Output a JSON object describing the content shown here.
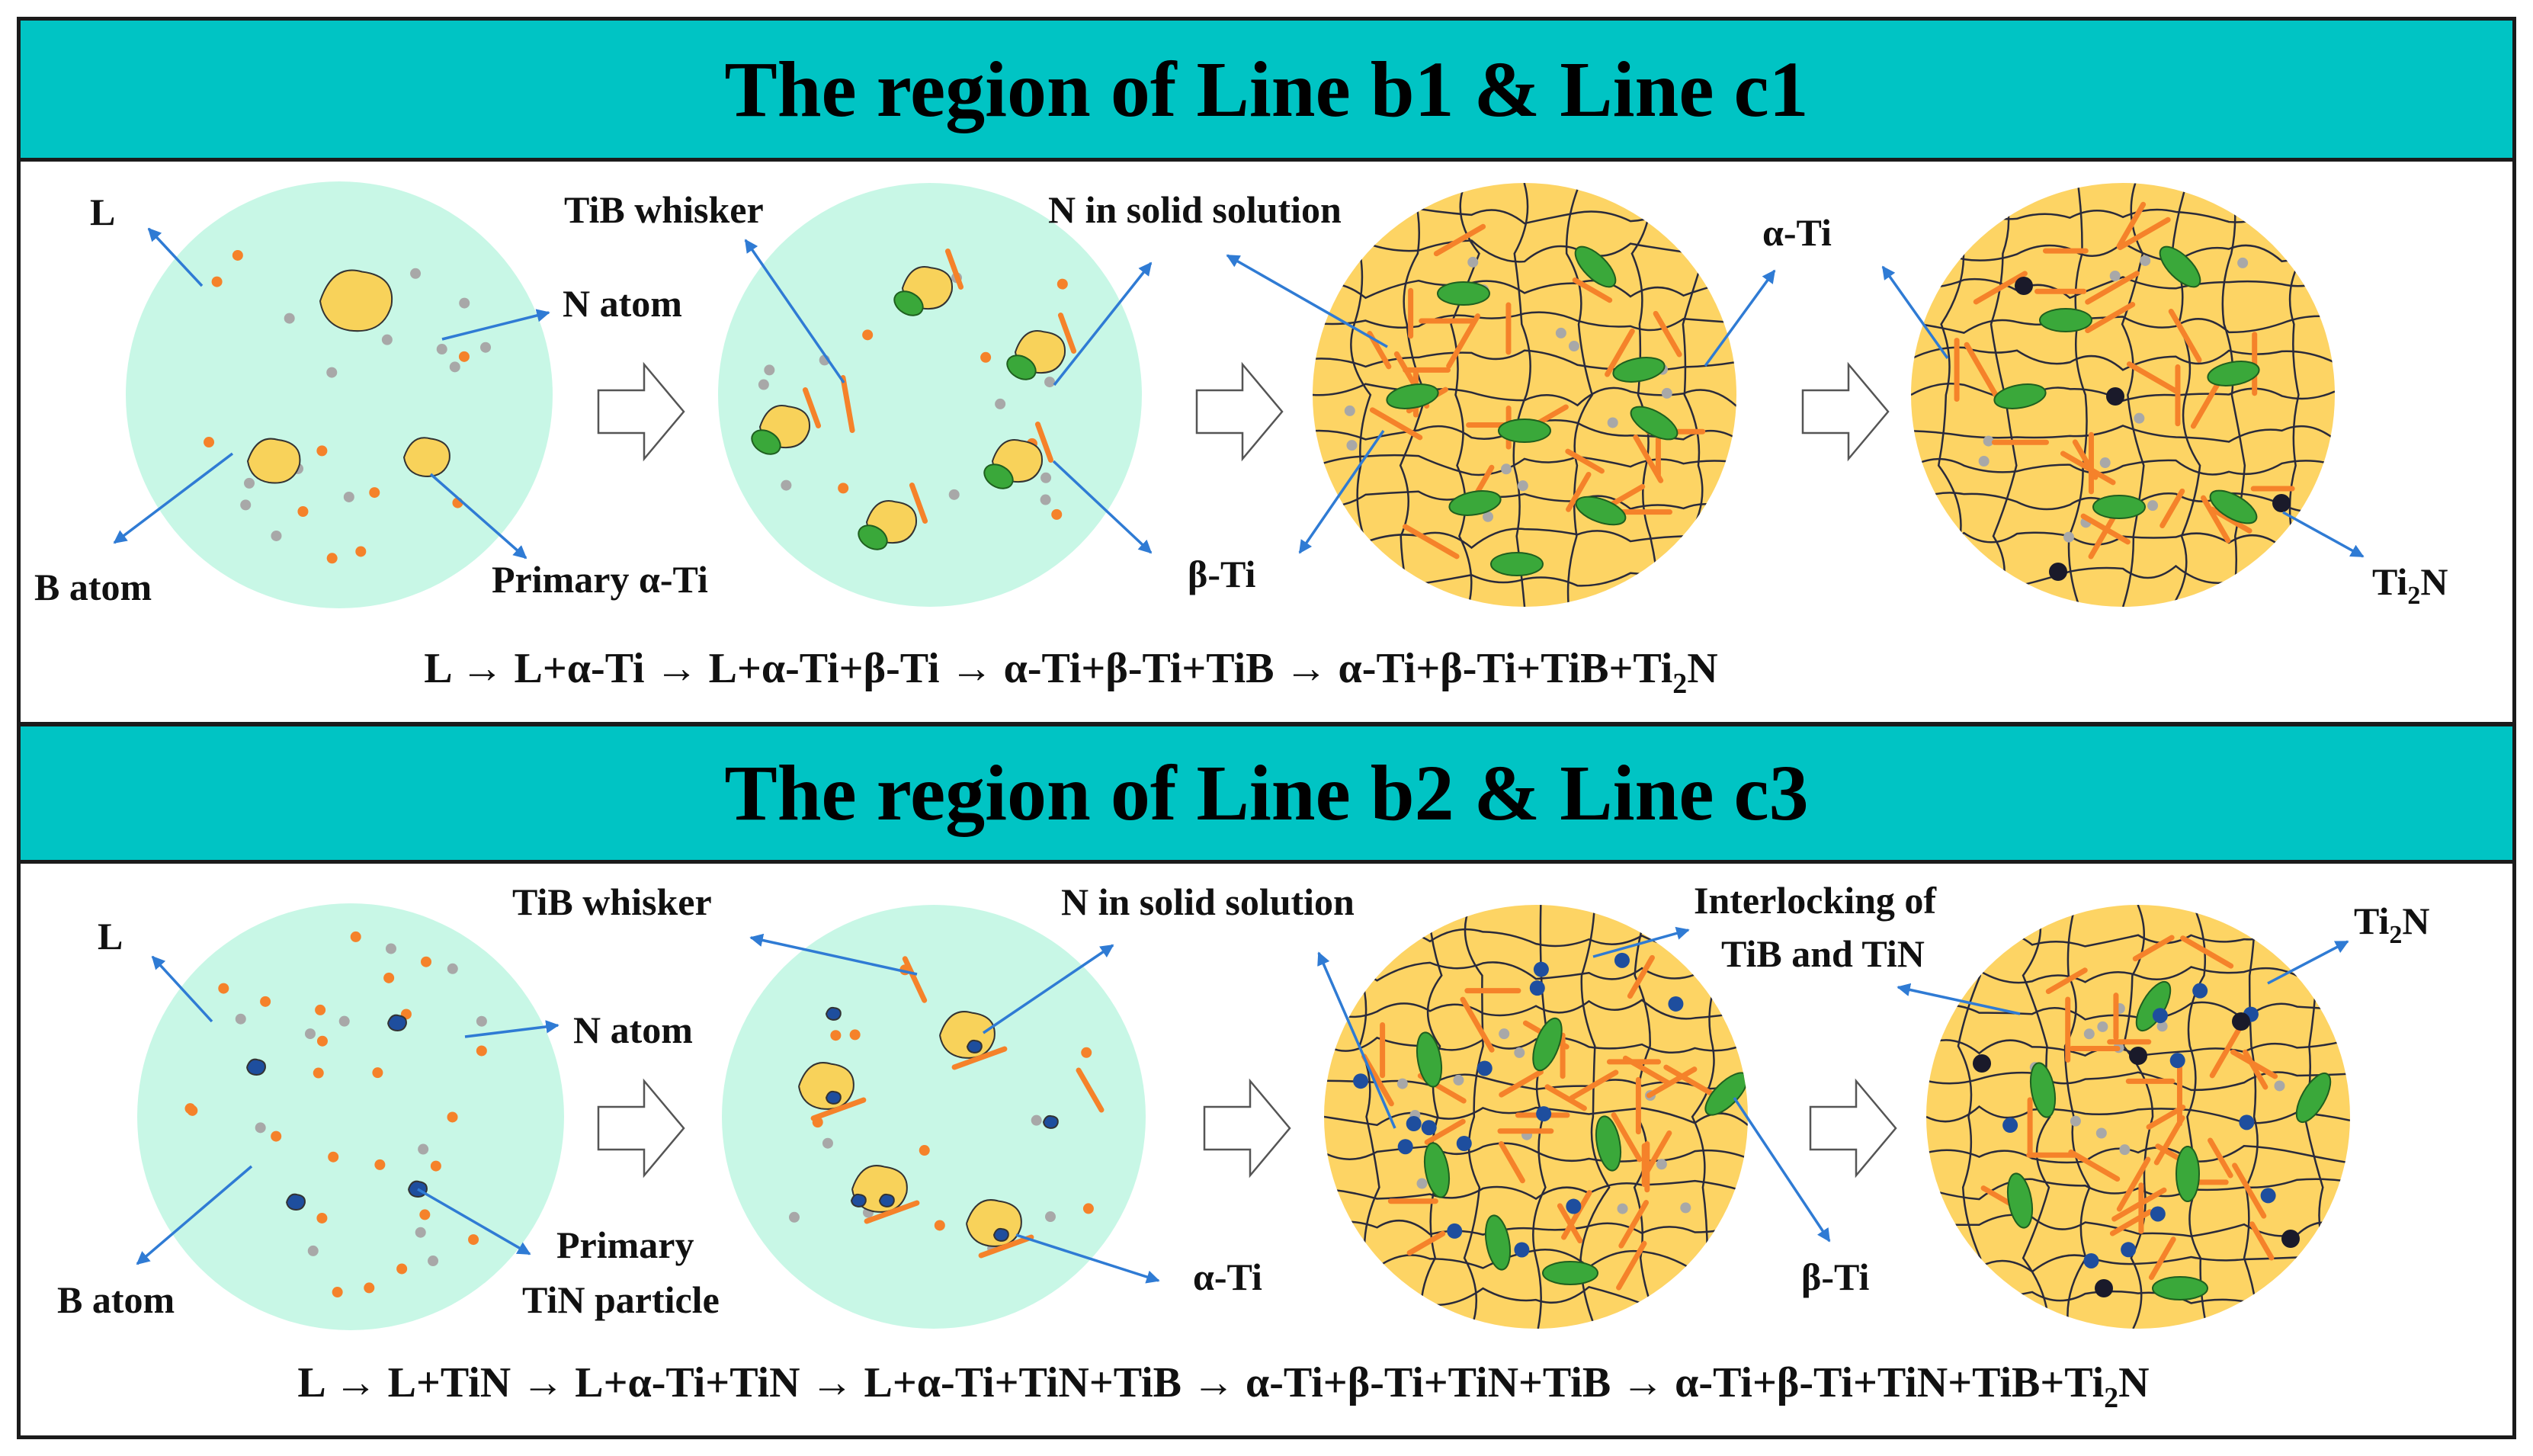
{
  "colors": {
    "header_bg": "#00c4c4",
    "liquid_circle": "#c8f7e6",
    "solid_circle": "#fdd464",
    "alpha_ti_green": "#3aa83a",
    "primary_alpha_yellow": "#f8d25a",
    "tib_orange": "#f5822a",
    "b_atom_orange": "#f5822a",
    "n_atom_gray": "#a8a8a8",
    "tin_blue": "#1e4e9e",
    "ti2n_black": "#1a1a2a",
    "arrow_blue": "#2f7bd4"
  },
  "icons": {
    "pointer_arrow": "arrow-pointer-icon",
    "process_arrow": "hollow-right-arrow-icon"
  },
  "panel_top": {
    "title": "The region of Line b1 & Line c1",
    "labels": {
      "L": "L",
      "tib_whisker": "TiB whisker",
      "n_in_solid_solution": "N in solid solution",
      "alpha_ti": "α-Ti",
      "n_atom": "N atom",
      "b_atom": "B atom",
      "primary_alpha_ti": "Primary α-Ti",
      "beta_ti": "β-Ti",
      "ti2n_base": "Ti",
      "ti2n_sub": "2",
      "ti2n_tail": "N"
    },
    "equation": {
      "main": "L → L+α-Ti → L+α-Ti+β-Ti → α-Ti+β-Ti+TiB → α-Ti+β-Ti+TiB+Ti",
      "sub": "2",
      "tail": "N"
    }
  },
  "panel_bottom": {
    "title": "The region of Line b2 & Line c3",
    "labels": {
      "L": "L",
      "tib_whisker": "TiB whisker",
      "n_in_solid_solution": "N in solid solution",
      "interlocking_line1": "Interlocking of",
      "interlocking_line2": "TiB and TiN",
      "n_atom": "N atom",
      "b_atom": "B atom",
      "primary_line1": "Primary",
      "primary_line2": "TiN particle",
      "alpha_ti": "α-Ti",
      "beta_ti": "β-Ti",
      "ti2n_base": "Ti",
      "ti2n_sub": "2",
      "ti2n_tail": "N"
    },
    "equation": {
      "main": "L → L+TiN → L+α-Ti+TiN → L+α-Ti+TiN+TiB → α-Ti+β-Ti+TiN+TiB → α-Ti+β-Ti+TiN+TiB+Ti",
      "sub": "2",
      "tail": "N"
    }
  }
}
